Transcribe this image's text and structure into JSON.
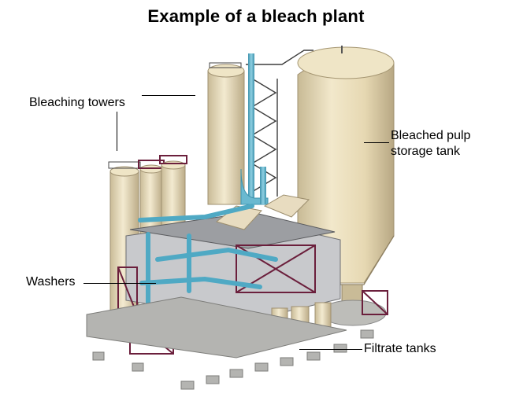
{
  "title": "Example of a bleach plant",
  "labels": {
    "bleaching_towers": "Bleaching towers",
    "bleached_pulp_storage_tank": [
      "Bleached pulp",
      "storage tank"
    ],
    "washers": "Washers",
    "filtrate_tanks": "Filtrate tanks"
  },
  "colors": {
    "tower": "#ede1bf",
    "tower_shade": "#b9aa86",
    "pipe_cyan": "#62b8d0",
    "frame_maroon": "#6b1f3c",
    "steel_gray": "#a9aaad",
    "concrete": "#b5b5b2"
  }
}
